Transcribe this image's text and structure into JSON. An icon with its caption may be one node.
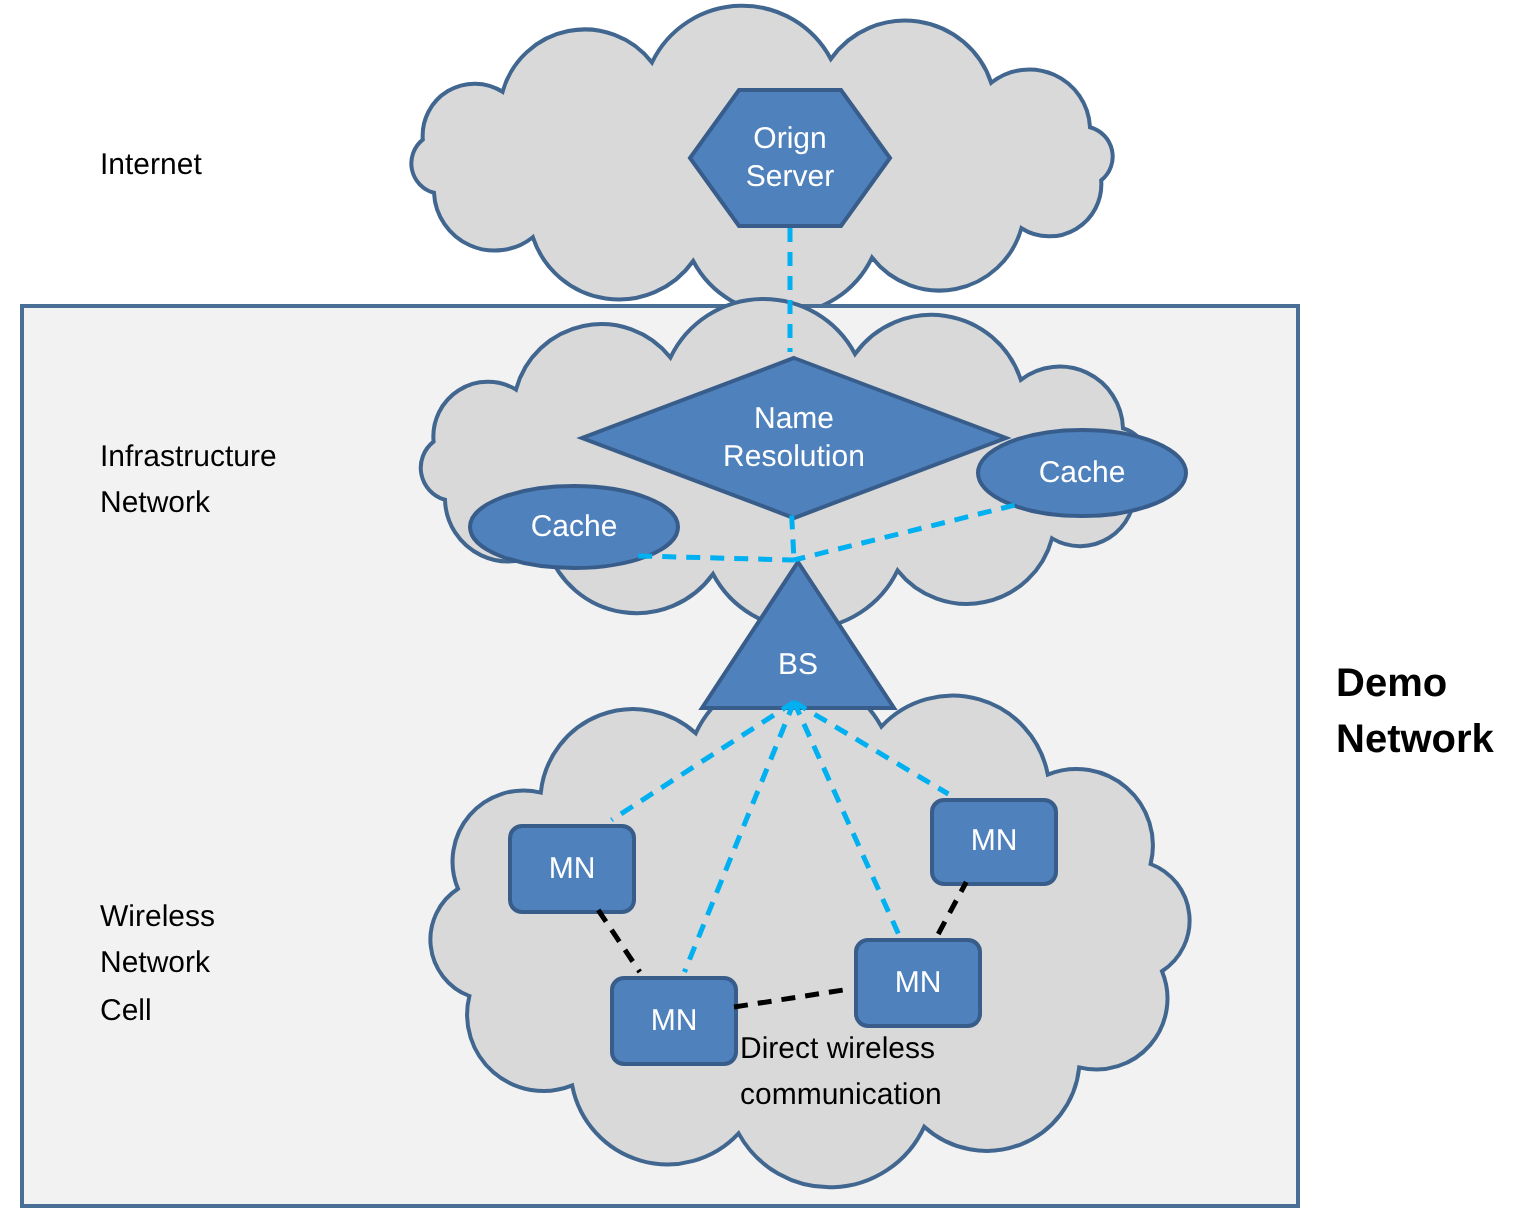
{
  "diagram": {
    "nodes": [
      {
        "text": [],
        "shape": "cloud"
      },
      {
        "text": [
          "Orign Server"
        ],
        "in": 0
      },
      {
        "text": [],
        "shape": "box"
      },
      {
        "text": [],
        "shape": "cloud",
        "in": 2
      },
      {
        "text": [
          "Name Resolution"
        ],
        "in": 3
      },
      {
        "text": [
          "Cache"
        ],
        "in": 3
      },
      {
        "text": [
          "Cache"
        ],
        "in": 2
      },
      {
        "text": [
          "BS"
        ],
        "in": 2
      },
      {
        "text": [],
        "shape": "cloud",
        "in": 2
      },
      {
        "text": [
          "MN"
        ],
        "in": 8
      },
      {
        "text": [
          "MN"
        ],
        "in": 8
      },
      {
        "text": [
          "MN"
        ],
        "in": 8
      },
      {
        "text": [
          "MN"
        ],
        "in": 8
      }
    ],
    "edges": [
      {
        "from": 1,
        "to": 4,
        "arrow": "none",
        "style": "dashed"
      },
      {
        "from": 4,
        "to": 7,
        "arrow": "none",
        "style": "dashed"
      },
      {
        "from": 5,
        "to": 7,
        "arrow": "none",
        "style": "dashed"
      },
      {
        "from": 6,
        "to": 7,
        "arrow": "none",
        "style": "dashed"
      },
      {
        "from": 7,
        "to": 9,
        "arrow": "none",
        "style": "dashed"
      },
      {
        "from": 7,
        "to": 12,
        "arrow": "none",
        "style": "dashed"
      },
      {
        "from": 7,
        "to": 11,
        "arrow": "none",
        "style": "dashed"
      },
      {
        "from": 7,
        "to": 10,
        "arrow": "none",
        "style": "dashed"
      },
      {
        "from": 9,
        "to": 12,
        "arrow": "none",
        "style": "dashed",
        "color": "#000000"
      },
      {
        "from": 12,
        "to": 11,
        "arrow": "none",
        "style": "dashed",
        "color": "#000000"
      },
      {
        "from": 11,
        "to": 10,
        "arrow": "none",
        "style": "dashed",
        "color": "#000000"
      }
    ],
    "labels": [
      "Internet",
      "Infrastructure Network",
      "Demo Network",
      "Wireless Network Cell",
      "Direct wireless communication"
    ]
  }
}
